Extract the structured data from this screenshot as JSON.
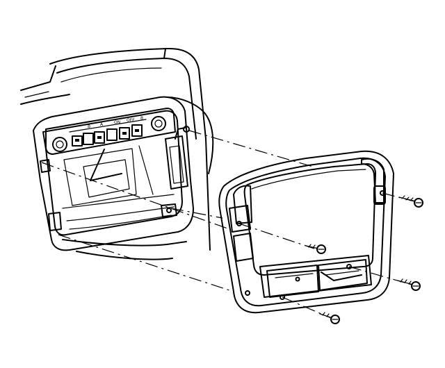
{
  "figure": {
    "control_labels": [
      "B",
      "A",
      "ON",
      "OFF",
      "B"
    ]
  },
  "parts": [
    "dash-panel",
    "console-opening",
    "switch-panel",
    "trim-bezel",
    "screw",
    "screw",
    "screw",
    "screw"
  ]
}
